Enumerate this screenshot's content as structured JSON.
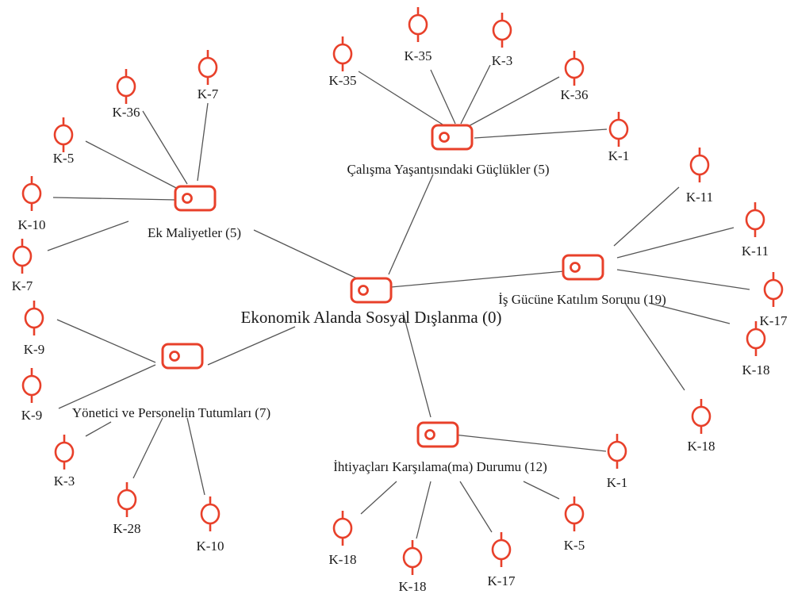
{
  "theme": {
    "accent": "#e8402a",
    "edge": "#555555",
    "text": "#1a1a1a"
  },
  "icons": {
    "category": "category-folder-icon",
    "code": "code-pin-icon"
  },
  "root": {
    "label": "Ekonomik Alanda Sosyal Dışlanma (0)"
  },
  "categories": [
    {
      "key": "calisma",
      "label": "Çalışma Yaşantısındaki Güçlükler (5)",
      "codes": [
        "K-35",
        "K-35",
        "K-3",
        "K-36",
        "K-1"
      ]
    },
    {
      "key": "ek",
      "label": "Ek Maliyetler (5)",
      "codes": [
        "K-36",
        "K-7",
        "K-5",
        "K-10",
        "K-7"
      ]
    },
    {
      "key": "isgucu",
      "label": "İş Gücüne Katılım Sorunu (19)",
      "codes": [
        "K-11",
        "K-11",
        "K-17",
        "K-18",
        "K-18"
      ]
    },
    {
      "key": "yonetici",
      "label": "Yönetici ve Personelin Tutumları (7)",
      "codes": [
        "K-9",
        "K-9",
        "K-3",
        "K-28",
        "K-10"
      ]
    },
    {
      "key": "ihtiyac",
      "label": "İhtiyaçları Karşılama(ma) Durumu (12)",
      "codes": [
        "K-1",
        "K-5",
        "K-17",
        "K-18",
        "K-18"
      ]
    }
  ]
}
